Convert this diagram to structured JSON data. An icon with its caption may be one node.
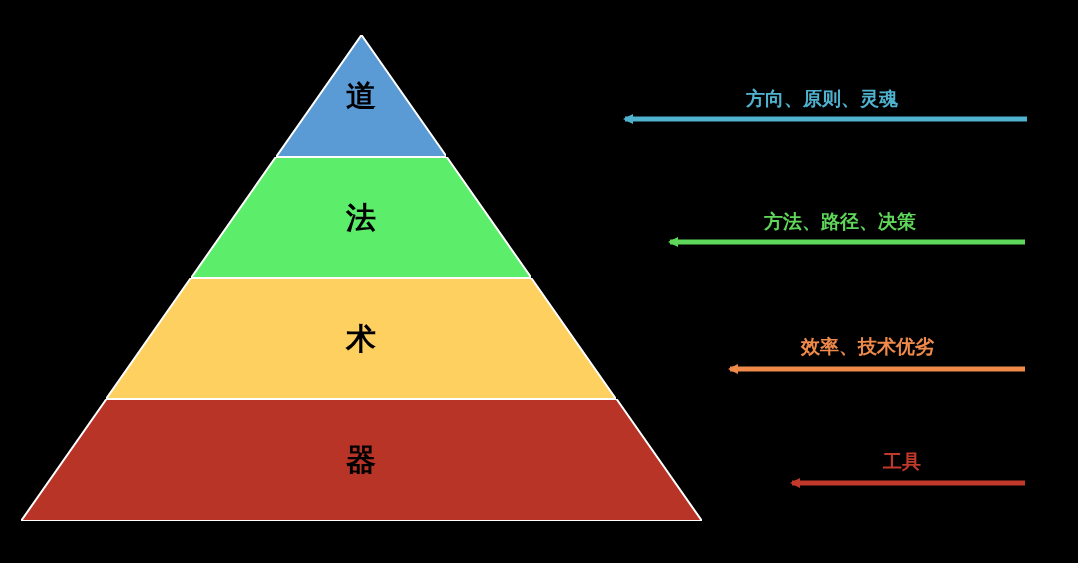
{
  "diagram": {
    "nodes": [
      {
        "text": [
          "道"
        ]
      },
      {
        "text": [
          "法"
        ]
      },
      {
        "text": [
          "术"
        ]
      },
      {
        "text": [
          "器"
        ]
      }
    ],
    "labels": [
      "方向、原则、灵魂",
      "方法、路径、决策",
      "效率、技术优劣",
      "工具"
    ]
  }
}
